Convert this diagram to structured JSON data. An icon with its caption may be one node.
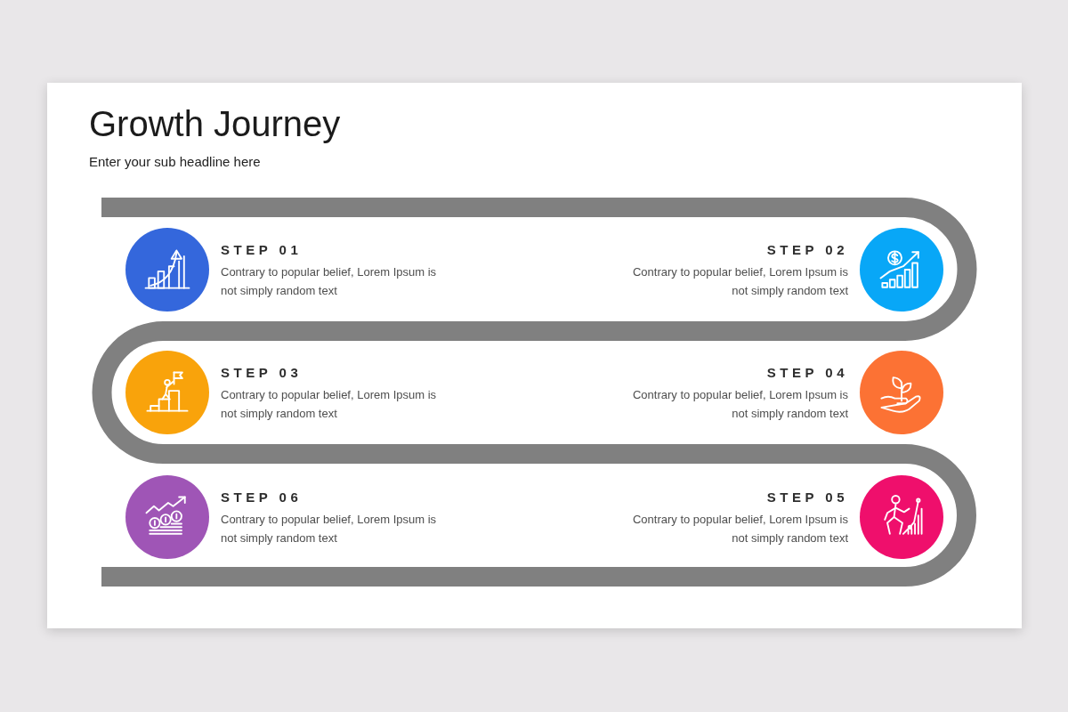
{
  "diagram": {
    "title": "Growth Journey",
    "labels": [
      "Enter your sub headline here",
      "STEP 01",
      "Contrary to popular belief, Lorem Ipsum is not simply random text",
      "STEP 02",
      "Contrary to popular belief, Lorem Ipsum is not simply random text",
      "STEP 03",
      "Contrary to popular belief, Lorem Ipsum is not simply random text",
      "STEP 04",
      "Contrary to popular belief, Lorem Ipsum is not simply random text",
      "STEP 06",
      "Contrary to popular belief, Lorem Ipsum is not simply random text",
      "STEP 05",
      "Contrary to popular belief, Lorem Ipsum is not simply random text"
    ]
  }
}
